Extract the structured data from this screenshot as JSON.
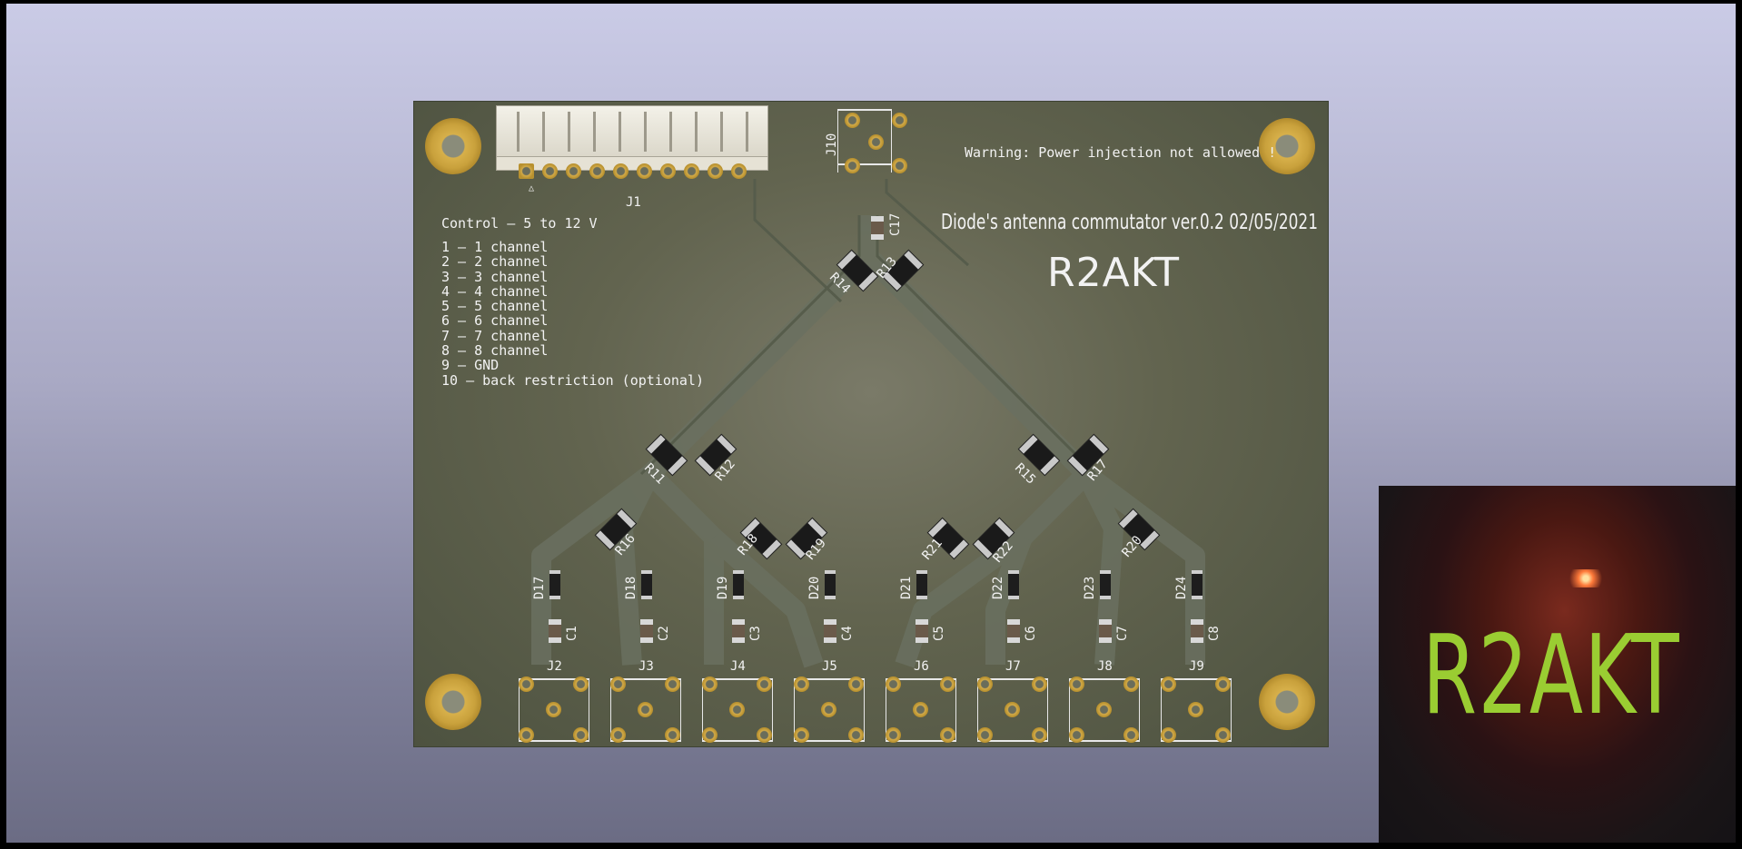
{
  "board": {
    "warning": "Warning: Power injection not allowed !",
    "title": "Diode's antenna commutator ver.0.2 02/05/2021",
    "callsign": "R2AKT",
    "control_heading": "Control – 5 to 12 V",
    "pin_list": [
      "1 – 1 channel",
      "2 – 2 channel",
      "3 – 3 channel",
      "4 – 4 channel",
      "5 – 5 channel",
      "6 – 6 channel",
      "7 – 7 channel",
      "8 – 8 channel",
      "9 – GND",
      "10 – back restriction (optional)"
    ],
    "header_ref": "J1",
    "header_pin1_mark": "△",
    "top_connector_ref": "J10",
    "cap_top_ref": "C17",
    "resistors": [
      "R14",
      "R13",
      "R11",
      "R12",
      "R15",
      "R17",
      "R16",
      "R18",
      "R19",
      "R21",
      "R22",
      "R20"
    ],
    "diodes": [
      "D17",
      "D18",
      "D19",
      "D20",
      "D21",
      "D22",
      "D23",
      "D24"
    ],
    "capacitors": [
      "C1",
      "C2",
      "C3",
      "C4",
      "C5",
      "C6",
      "C7",
      "C8"
    ],
    "connectors": [
      "J2",
      "J3",
      "J4",
      "J5",
      "J6",
      "J7",
      "J8",
      "J9"
    ]
  },
  "logo": {
    "text": "R2AKT",
    "color": "#9acd32"
  },
  "colors": {
    "soldermask": "#5a5e4a",
    "copper": "#c9a13c",
    "silkscreen": "#f2f2f2"
  }
}
